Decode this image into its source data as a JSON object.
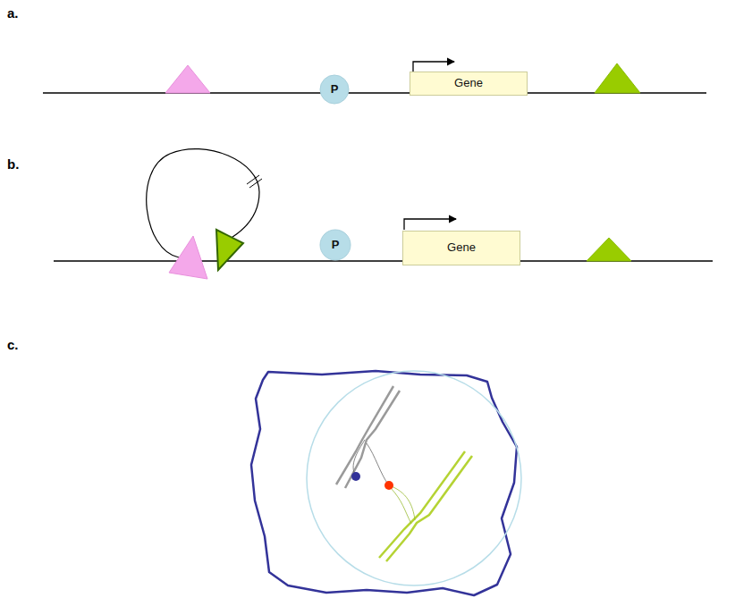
{
  "diagram": {
    "nodes": [
      {
        "text": [
          "P"
        ]
      },
      {
        "text": [
          "Gene"
        ]
      },
      {
        "text": [
          "P"
        ]
      },
      {
        "text": [
          "Gene"
        ]
      }
    ],
    "labels": [
      "a.",
      "b.",
      "c."
    ]
  }
}
